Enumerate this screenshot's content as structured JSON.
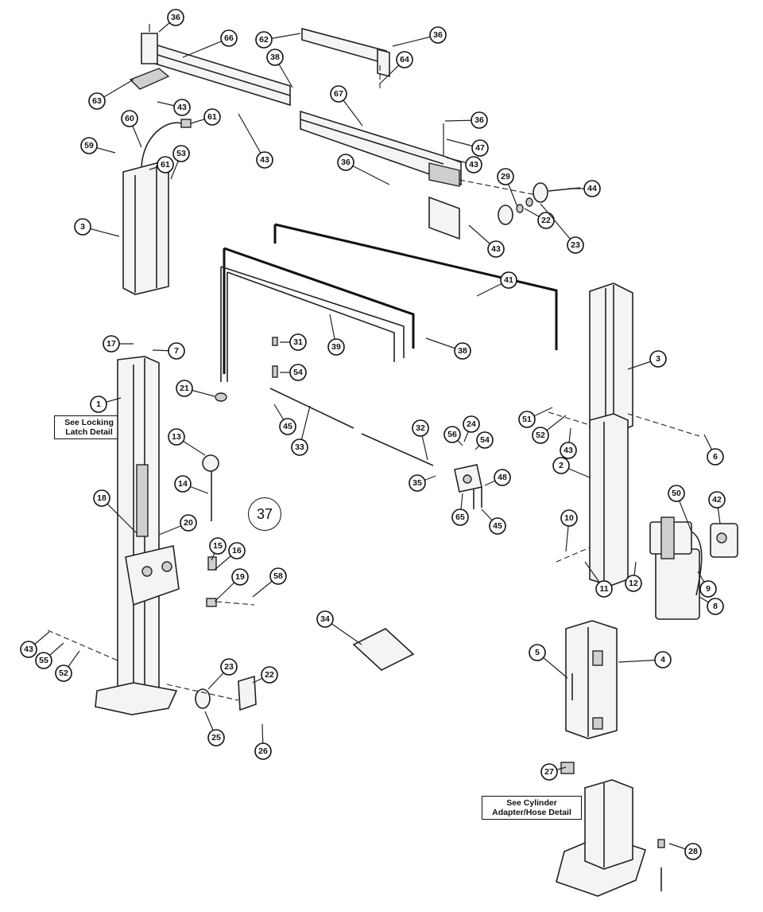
{
  "notes": {
    "locking_latch": "See Locking\nLatch Detail",
    "cylinder_adapter": "See Cylinder\nAdapter/Hose Detail"
  },
  "assembly_label": "37",
  "callouts": [
    "36",
    "66",
    "62",
    "36",
    "64",
    "63",
    "43",
    "38",
    "61",
    "60",
    "43",
    "59",
    "61",
    "53",
    "3",
    "67",
    "36",
    "47",
    "43",
    "36",
    "29",
    "44",
    "22",
    "23",
    "43",
    "41",
    "3",
    "39",
    "38",
    "31",
    "17",
    "7",
    "54",
    "21",
    "1",
    "13",
    "45",
    "33",
    "32",
    "24",
    "56",
    "54",
    "51",
    "52",
    "43",
    "6",
    "2",
    "35",
    "48",
    "14",
    "65",
    "45",
    "18",
    "20",
    "10",
    "50",
    "42",
    "11",
    "12",
    "9",
    "15",
    "16",
    "19",
    "58",
    "8",
    "34",
    "43",
    "55",
    "52",
    "5",
    "4",
    "23",
    "25",
    "22",
    "26",
    "27",
    "28"
  ]
}
